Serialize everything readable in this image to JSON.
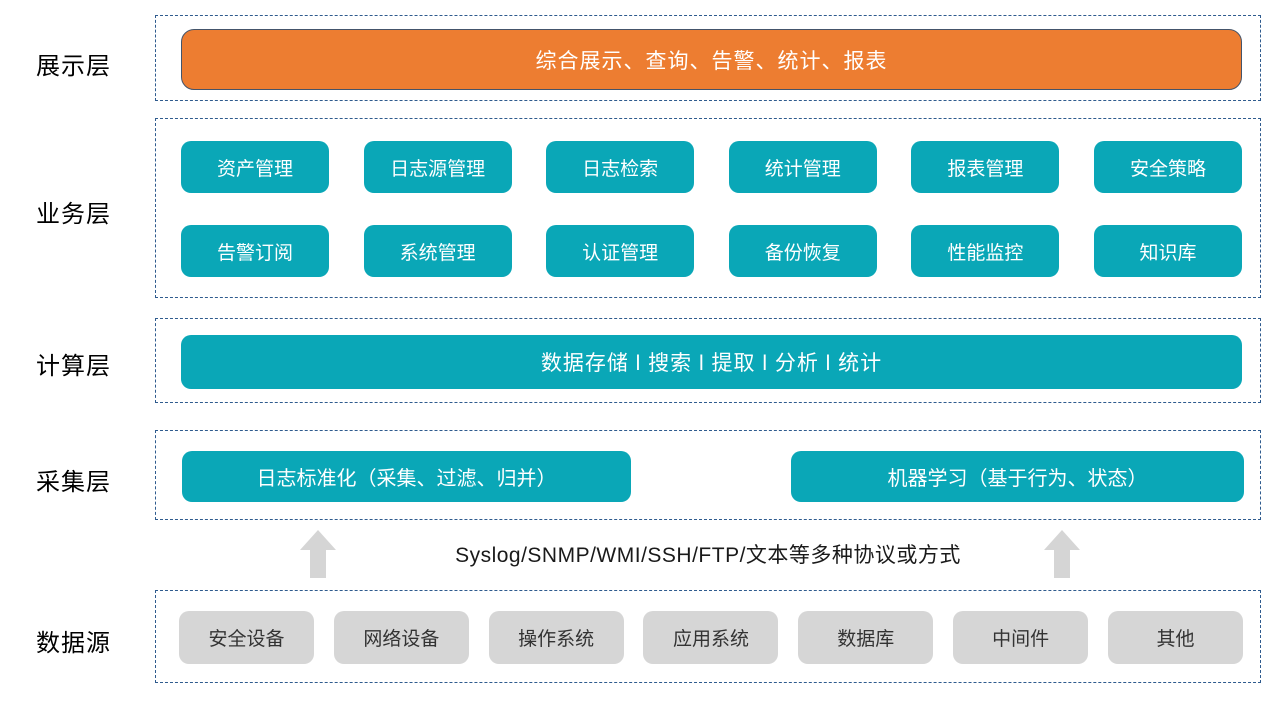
{
  "colors": {
    "teal": "#0AA7B7",
    "orange": "#ED7D31",
    "orange_border": "#44546A",
    "gray": "#D6D6D6",
    "dash": "#2F5B8E",
    "arrow": "#D5D5D5",
    "text_light": "#FFFFFF",
    "text_dark": "#333333"
  },
  "layers": {
    "presentation": {
      "label": "展示层",
      "banner": "综合展示、查询、告警、统计、报表"
    },
    "business": {
      "label": "业务层",
      "row1": [
        "资产管理",
        "日志源管理",
        "日志检索",
        "统计管理",
        "报表管理",
        "安全策略"
      ],
      "row2": [
        "告警订阅",
        "系统管理",
        "认证管理",
        "备份恢复",
        "性能监控",
        "知识库"
      ]
    },
    "computing": {
      "label": "计算层",
      "banner": "数据存储 l 搜索 l 提取 l 分析 l 统计"
    },
    "collection": {
      "label": "采集层",
      "left_box": "日志标准化（采集、过滤、归并）",
      "right_box": "机器学习（基于行为、状态）"
    },
    "datasource": {
      "label": "数据源",
      "items": [
        "安全设备",
        "网络设备",
        "操作系统",
        "应用系统",
        "数据库",
        "中间件",
        "其他"
      ]
    }
  },
  "transport": {
    "text": "Syslog/SNMP/WMI/SSH/FTP/文本等多种协议或方式"
  }
}
